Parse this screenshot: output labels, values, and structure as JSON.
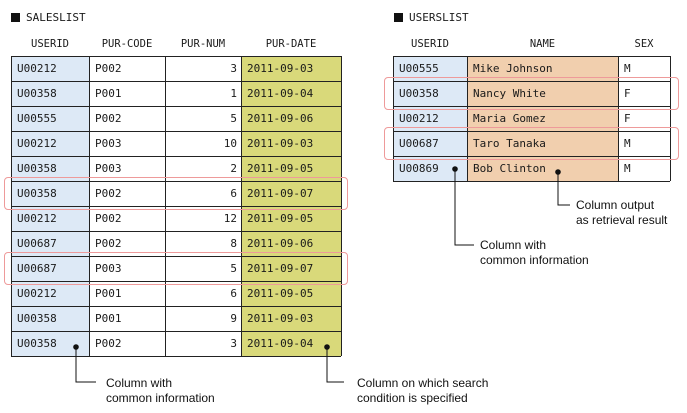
{
  "sales": {
    "title": "SALESLIST",
    "headers": [
      "USERID",
      "PUR-CODE",
      "PUR-NUM",
      "PUR-DATE"
    ],
    "rows": [
      [
        "U00212",
        "P002",
        "3",
        "2011-09-03"
      ],
      [
        "U00358",
        "P001",
        "1",
        "2011-09-04"
      ],
      [
        "U00555",
        "P002",
        "5",
        "2011-09-06"
      ],
      [
        "U00212",
        "P003",
        "10",
        "2011-09-03"
      ],
      [
        "U00358",
        "P003",
        "2",
        "2011-09-05"
      ],
      [
        "U00358",
        "P002",
        "6",
        "2011-09-07"
      ],
      [
        "U00212",
        "P002",
        "12",
        "2011-09-05"
      ],
      [
        "U00687",
        "P002",
        "8",
        "2011-09-06"
      ],
      [
        "U00687",
        "P003",
        "5",
        "2011-09-07"
      ],
      [
        "U00212",
        "P001",
        "6",
        "2011-09-05"
      ],
      [
        "U00358",
        "P001",
        "9",
        "2011-09-03"
      ],
      [
        "U00358",
        "P002",
        "3",
        "2011-09-04"
      ]
    ],
    "highlighted_rows": [
      5,
      8
    ]
  },
  "users": {
    "title": "USERSLIST",
    "headers": [
      "USERID",
      "NAME",
      "SEX"
    ],
    "rows": [
      [
        "U00555",
        "Mike Johnson",
        "M"
      ],
      [
        "U00358",
        "Nancy White",
        "F"
      ],
      [
        "U00212",
        "Maria Gomez",
        "F"
      ],
      [
        "U00687",
        "Taro Tanaka",
        "M"
      ],
      [
        "U00869",
        "Bob Clinton",
        "M"
      ]
    ],
    "highlighted_rows": [
      1,
      3
    ]
  },
  "annotations": {
    "sales_userid_note": [
      "Column with",
      "common information"
    ],
    "sales_date_note": [
      "Column on which search",
      "condition is specified"
    ],
    "users_userid_note": [
      "Column with",
      "common information"
    ],
    "users_name_note": [
      "Column output",
      "as retrieval result"
    ]
  },
  "colors": {
    "userid_fill": "#dde9f6",
    "name_fill": "#f1cfae",
    "date_fill": "#d9d97a",
    "highlight": "#ee9a9a"
  }
}
